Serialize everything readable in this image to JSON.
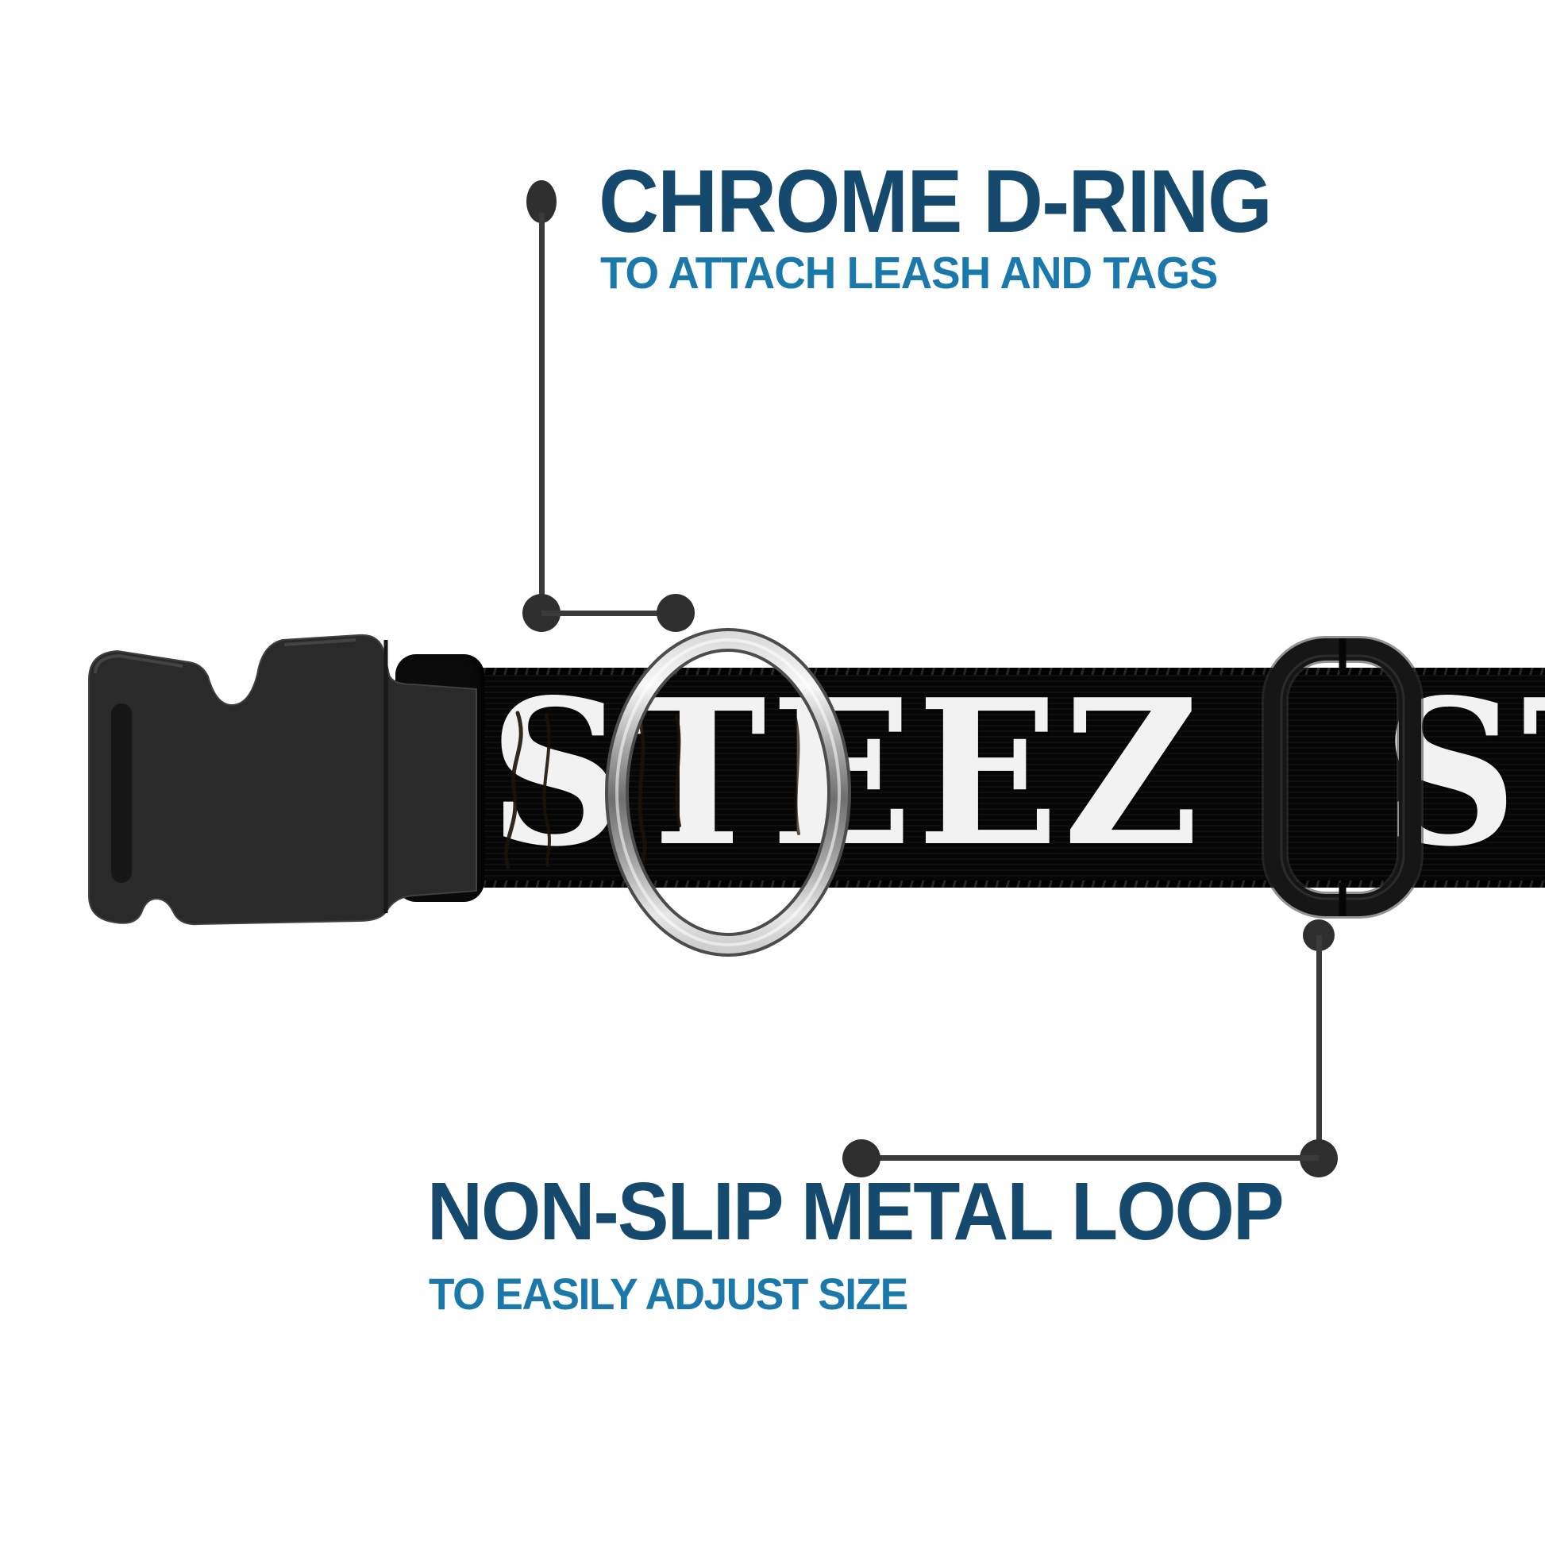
{
  "page": {
    "type": "annotated product diagram",
    "subject": "dog collar with STEEZ print",
    "background_color": "#ffffff"
  },
  "callouts": {
    "top": {
      "title": "CHROME D-RING",
      "subtitle": "TO ATTACH LEASH AND TAGS",
      "points_to": "chrome d-ring"
    },
    "bottom": {
      "title": "NON-SLIP METAL LOOP",
      "subtitle": "TO EASILY ADJUST SIZE",
      "points_to": "slider loop"
    }
  },
  "collar": {
    "print_text": "STEEZ",
    "strap_color": "#060606",
    "print_color": "#f2f2f2",
    "parts": [
      {
        "name": "black plastic side-release buckle",
        "color": "#2a2a2a"
      },
      {
        "name": "chrome d-ring",
        "color": "#c9c9c9"
      },
      {
        "name": "non-slip metal loop slider",
        "color": "#1a1a1a"
      }
    ]
  },
  "colors": {
    "title_navy": "#15496d",
    "subtitle_blue": "#1a78ab",
    "leader_line_gray": "#3a3a3a"
  }
}
